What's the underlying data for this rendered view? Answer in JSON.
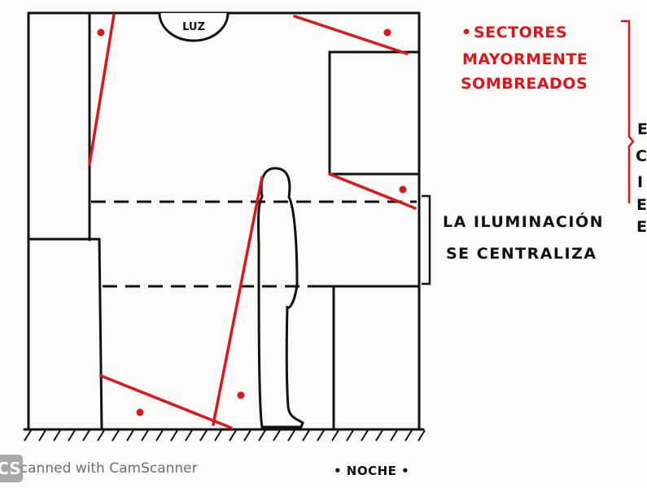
{
  "diagram": {
    "light_label": "LUZ",
    "legend_dot": "•",
    "legend_lines": [
      "SECTORES",
      "MAYORMENTE",
      "SOMBREADOS"
    ],
    "center_label_lines": [
      "LA ILUMINACIÓN",
      "SE CENTRALIZA"
    ],
    "footer_label": "• NOCHE •",
    "cut_off_letters": [
      "E",
      "C",
      "I",
      "E",
      "E"
    ],
    "colors": {
      "shadow": "#e0141b",
      "ink": "#111111"
    }
  },
  "watermark": {
    "logo": "CS",
    "text": "Scanned with CamScanner"
  }
}
